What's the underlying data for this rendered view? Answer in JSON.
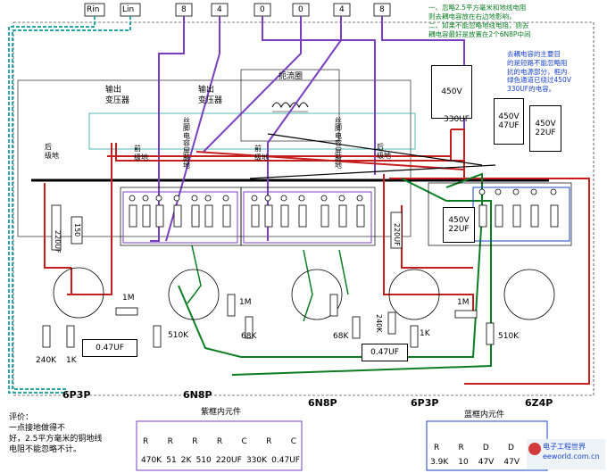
{
  "terminals": [
    "Rin",
    "Lin",
    "8",
    "4",
    "0",
    "0",
    "4",
    "8"
  ],
  "labels": {
    "output_transformer": "输出\n变压器",
    "output_transformer2": "输出\n变压器",
    "choke": "扼流圈",
    "rear_ground": "后\n级地",
    "front_ground1": "前\n级地",
    "front_ground2": "前\n级地",
    "rear_ground2": "后\n级地",
    "shield_a": "丝\n脚\n电\n容\n屏\n蔽\n地",
    "shield_b": "丝\n脚\n电\n容\n屏\n蔽\n地",
    "tube1": "6P3P",
    "tube2": "6N8P",
    "tube3": "6N8P",
    "tube4": "6P3P",
    "tube5": "6Z4P"
  },
  "capacitors": {
    "c450_top": "450V",
    "c330": "330UF",
    "c450_47": "450V\n47UF",
    "c450_22a": "450V\n22UF",
    "c450_22b": "450V\n22UF",
    "c047_left": "0.47UF",
    "c047_right": "0.47UF"
  },
  "resistors": {
    "r150": "150",
    "r220uf": "220UF",
    "r1m_a": "1M",
    "r1m_b": "1M",
    "r1m_c": "1M",
    "r510k_a": "510K",
    "r68k_a": "68K",
    "r68k_b": "68K",
    "r240k_a": "240K",
    "r1k_a": "1K",
    "r240k_b": "240K",
    "r1k_b": "1K",
    "r510k_b": "510K"
  },
  "notes": {
    "top_note": "一、忽略2.5平方毫米和地线电阻\n则去耦电容放在右边地影响，\n二、如果不能忽略地线电阻，则去\n耦电容最好是放置在2个6N8P中间",
    "right_note": "去耦电容的主要目\n的是短路不能忽略阻\n抗的电源部分，框内\n绿色通道已绕过450V\n330UF的电容。",
    "eval": "评价：\n一点接地做得不\n好，2.5平方毫米的铜地线\n电阻不能忽略不计。"
  },
  "legend": {
    "purple_title": "紫框内元件",
    "purple_types": [
      "R",
      "R",
      "R",
      "R",
      "C",
      "R",
      "C"
    ],
    "purple_values": [
      "470K",
      "51",
      "2K",
      "510",
      "220UF",
      "330K",
      "0.47UF"
    ],
    "blue_title": "蓝框内元件",
    "blue_types": [
      "R",
      "R",
      "D",
      "D"
    ],
    "blue_values": [
      "3.9K",
      "10",
      "47V",
      "47V"
    ]
  },
  "watermark": "电子工程世界\neeworld.com.cn"
}
